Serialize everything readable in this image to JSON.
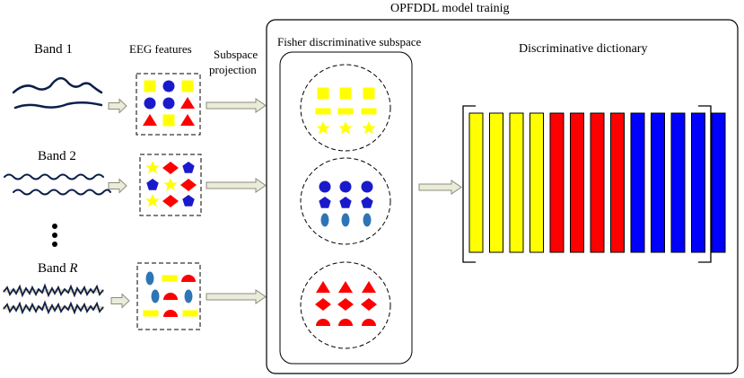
{
  "title": "OPFDDL model trainig",
  "bands": [
    {
      "label_main": "Band 1",
      "label_italic": ""
    },
    {
      "label_main": "Band 2",
      "label_italic": ""
    },
    {
      "label_main": "Band ",
      "label_italic": "R"
    }
  ],
  "features_label": "EEG features",
  "projection_label_line1": "Subspace",
  "projection_label_line2": "projection",
  "subspace_label": "Fisher discriminative subspace",
  "dictionary_label": "Discriminative dictionary",
  "colors": {
    "yellow": "#ffff00",
    "red": "#ff0000",
    "blue": "#0000ff",
    "navy_blue": "#1a1acc",
    "teal_blue": "#2e75b6",
    "wave": "#0b1f4a",
    "arrow_fill": "#ebebdc",
    "arrow_stroke": "#8c8c7a"
  },
  "dictionary_atoms": [
    "yellow",
    "yellow",
    "yellow",
    "yellow",
    "red",
    "red",
    "red",
    "red",
    "blue",
    "blue",
    "blue",
    "blue",
    "blue"
  ]
}
